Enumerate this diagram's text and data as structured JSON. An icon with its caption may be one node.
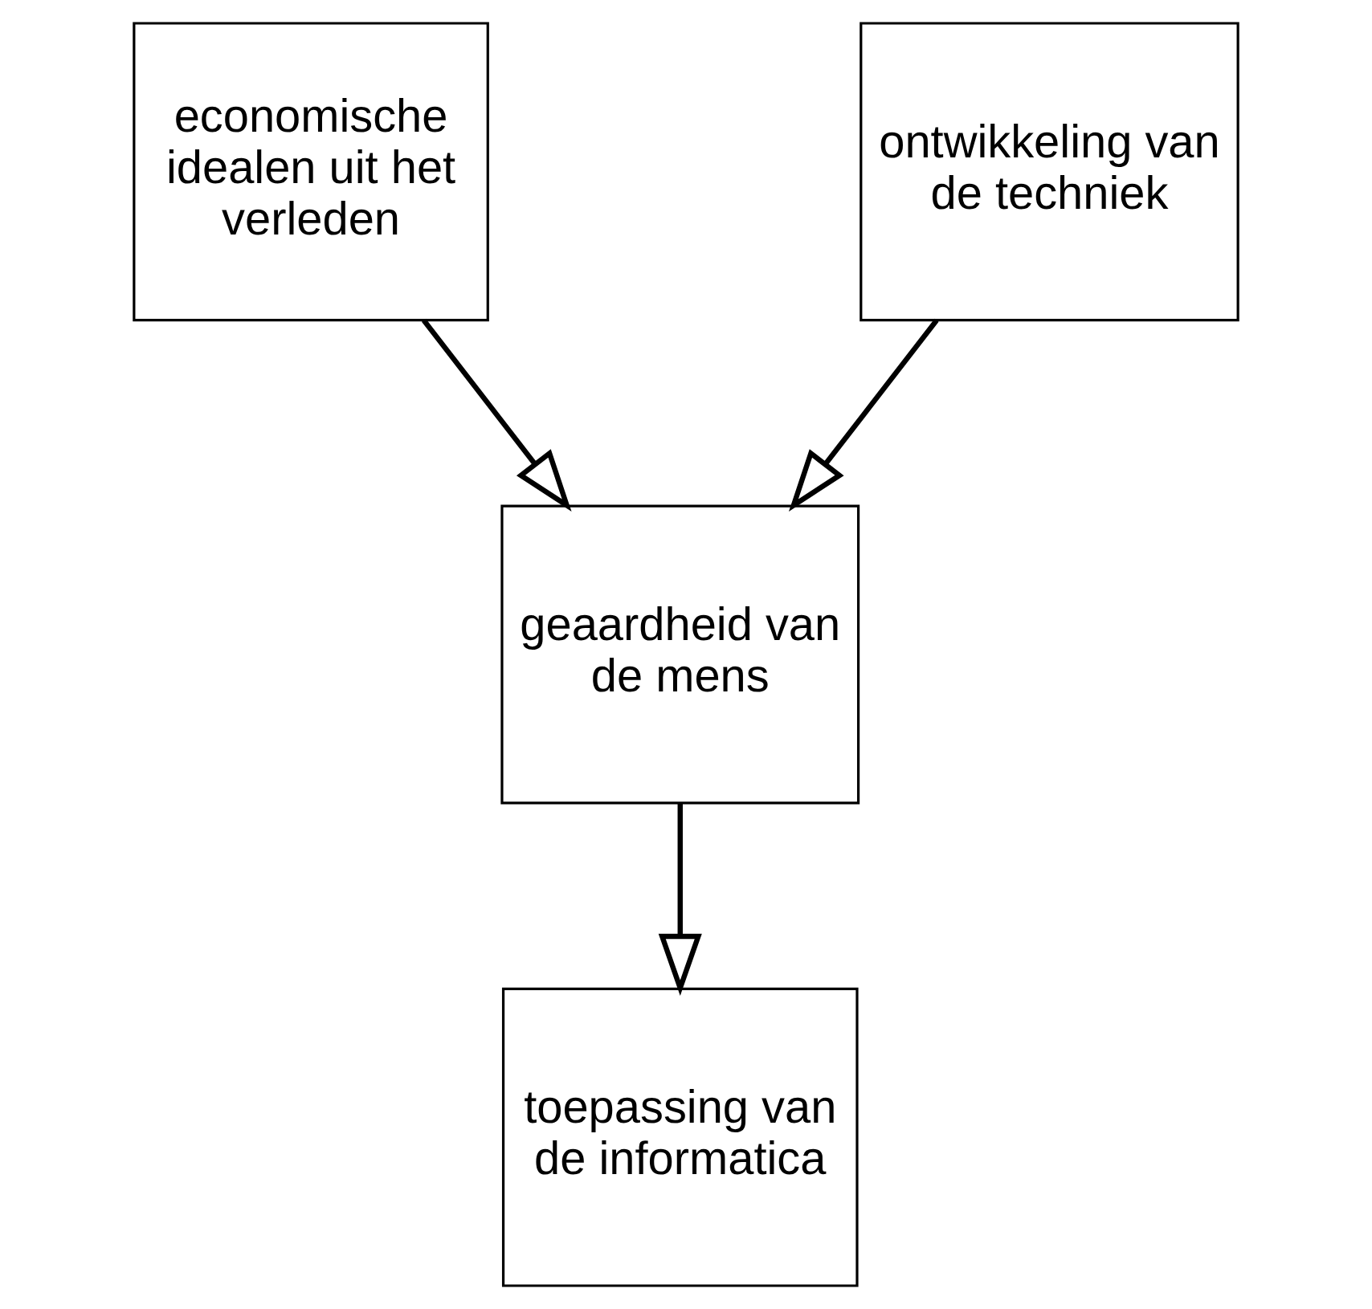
{
  "diagram": {
    "nodes": [
      {
        "text": [
          "economische idealen uit het verleden"
        ]
      },
      {
        "text": [
          "ontwikkeling van de techniek"
        ]
      },
      {
        "text": [
          "geaardheid van de mens"
        ]
      },
      {
        "text": [
          "toepassing van de informatica"
        ]
      }
    ],
    "edges": [
      {
        "from": 0,
        "to": 2,
        "arrow": "to"
      },
      {
        "from": 1,
        "to": 2,
        "arrow": "to"
      },
      {
        "from": 2,
        "to": 3,
        "arrow": "to"
      }
    ]
  }
}
